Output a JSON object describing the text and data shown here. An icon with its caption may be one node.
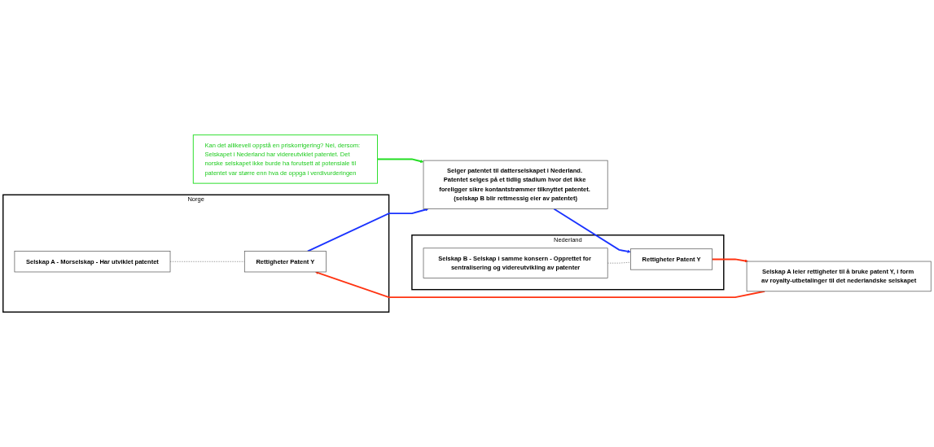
{
  "diagram": {
    "nodes": [
      {
        "text": [
          "Norge"
        ]
      },
      {
        "text": [
          "Selskap A - Morselskap - Har utviklet patentet"
        ],
        "in": 0
      },
      {
        "text": [
          "Rettigheter Patent Y"
        ],
        "in": 0
      },
      {
        "text": [
          "Kan det allikevell oppstå en priskorrigering? Nei, dersom: Selskapet i Nederland har videreutviklet patentet. Det norske selskapet ikke burde ha forutsett at potensiale til patentet var større enn hva de oppga i verdivurderingen"
        ]
      },
      {
        "text": [
          "Selger patentet til datterselskapet i Nederland. Patentet selges på et tidlig stadium hvor det ikke foreligger sikre kontantstrømmer tilknyttet patentet. (selskap B blir rettmessig eier av patentet)"
        ]
      },
      {
        "text": [
          "Nederland"
        ]
      },
      {
        "text": [
          "Selskap B - Selskap i samme konsern - Opprettet for sentralisering og videreutvikling av patenter"
        ],
        "in": 5
      },
      {
        "text": [
          "Rettigheter Patent Y"
        ],
        "in": 5
      },
      {
        "text": [
          "Selskap A leier rettigheter til å bruke patent Y, i form av royalty-utbetalinger til det nederlandske selskapet"
        ]
      }
    ],
    "edges": [
      {
        "from": 1,
        "to": 2,
        "arrow": "none",
        "style": "dashed",
        "color": "#999999"
      },
      {
        "from": 3,
        "to": 4,
        "arrow": "to",
        "color": "#22dd22"
      },
      {
        "from": 2,
        "to": 4,
        "arrow": "to",
        "color": "#1a33ff"
      },
      {
        "from": 4,
        "to": 7,
        "arrow": "to",
        "color": "#1a33ff"
      },
      {
        "from": 6,
        "to": 7,
        "arrow": "none",
        "style": "dashed",
        "color": "#999999"
      },
      {
        "from": 7,
        "to": 8,
        "arrow": "to",
        "color": "#ff3311"
      },
      {
        "from": 8,
        "to": 2,
        "arrow": "to",
        "color": "#ff3311"
      }
    ]
  }
}
